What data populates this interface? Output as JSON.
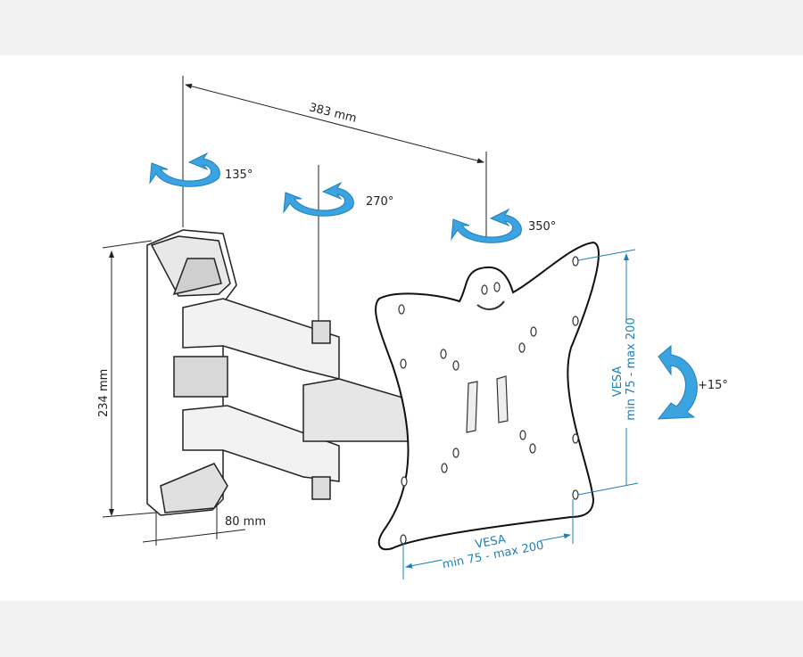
{
  "title": "TV wall mount dimensions diagram",
  "dimensions": {
    "reach": "383 mm",
    "height": "234 mm",
    "depth": "80 mm"
  },
  "rotations": {
    "wall_joint": "135°",
    "middle_joint": "270°",
    "plate_joint": "350°",
    "tilt": "+15°"
  },
  "vesa": {
    "vertical": {
      "label": "VESA",
      "range": "min 75 - max 200"
    },
    "horizontal": {
      "label": "VESA",
      "range": "min 75 - max 200"
    }
  },
  "colors": {
    "accent": "#3aa3e0",
    "dimension_line": "#1e7fb8",
    "outline": "#222222"
  }
}
